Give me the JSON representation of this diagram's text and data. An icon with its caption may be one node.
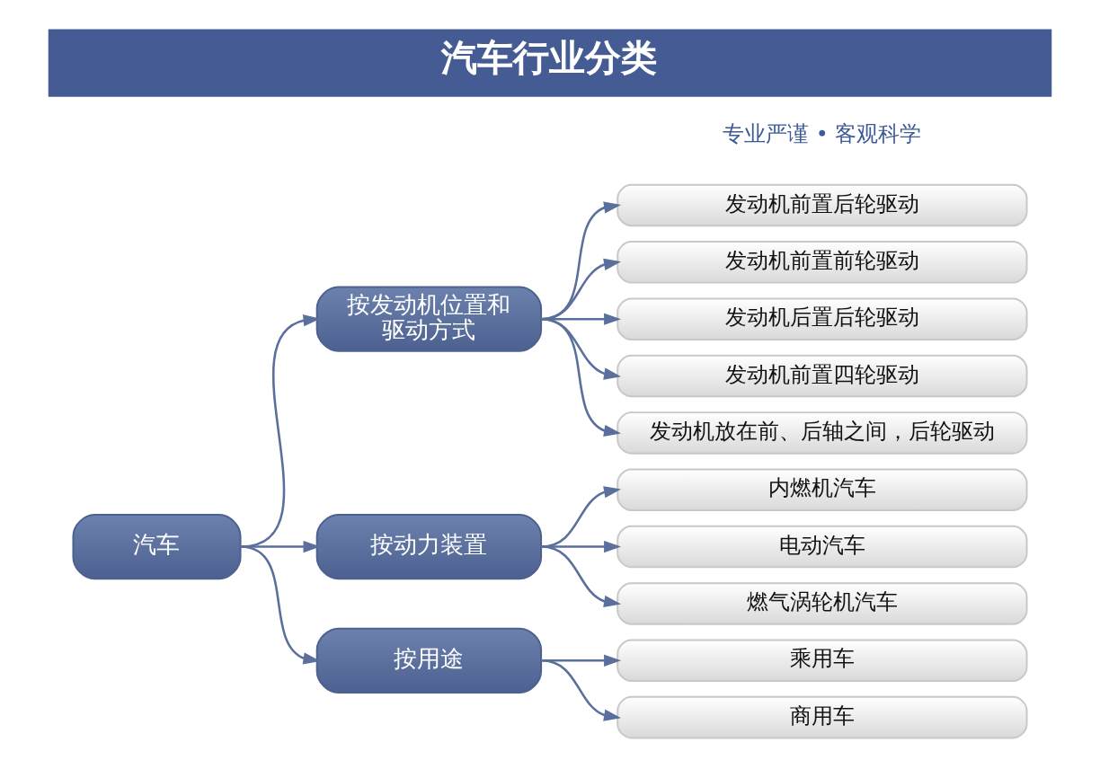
{
  "diagram": {
    "title": "汽车行业分类",
    "nodes": [
      {
        "text": [
          "汽车"
        ]
      },
      {
        "text": [
          "按发动机位置和驱动方式"
        ]
      },
      {
        "text": [
          "按动力装置"
        ]
      },
      {
        "text": [
          "按用途"
        ]
      },
      {
        "text": [
          "发动机前置后轮驱动"
        ]
      },
      {
        "text": [
          "发动机前置前轮驱动"
        ]
      },
      {
        "text": [
          "发动机后置后轮驱动"
        ]
      },
      {
        "text": [
          "发动机前置四轮驱动"
        ]
      },
      {
        "text": [
          "发动机放在前、后轴之间，后轮驱动"
        ]
      },
      {
        "text": [
          "内燃机汽车"
        ]
      },
      {
        "text": [
          "电动汽车"
        ]
      },
      {
        "text": [
          "燃气涡轮机汽车"
        ]
      },
      {
        "text": [
          "乘用车"
        ]
      },
      {
        "text": [
          "商用车"
        ]
      }
    ],
    "edges": [
      {
        "from": 0,
        "to": 1,
        "arrow": "to"
      },
      {
        "from": 0,
        "to": 2,
        "arrow": "to"
      },
      {
        "from": 0,
        "to": 3,
        "arrow": "to"
      },
      {
        "from": 1,
        "to": 4,
        "arrow": "to"
      },
      {
        "from": 1,
        "to": 5,
        "arrow": "to"
      },
      {
        "from": 1,
        "to": 6,
        "arrow": "to"
      },
      {
        "from": 1,
        "to": 7,
        "arrow": "to"
      },
      {
        "from": 1,
        "to": 8,
        "arrow": "to"
      },
      {
        "from": 2,
        "to": 9,
        "arrow": "to"
      },
      {
        "from": 2,
        "to": 10,
        "arrow": "to"
      },
      {
        "from": 2,
        "to": 11,
        "arrow": "to"
      },
      {
        "from": 3,
        "to": 12,
        "arrow": "to"
      },
      {
        "from": 3,
        "to": 13,
        "arrow": "to"
      }
    ],
    "labels": [
      "专业严谨 • 客观科学"
    ]
  }
}
